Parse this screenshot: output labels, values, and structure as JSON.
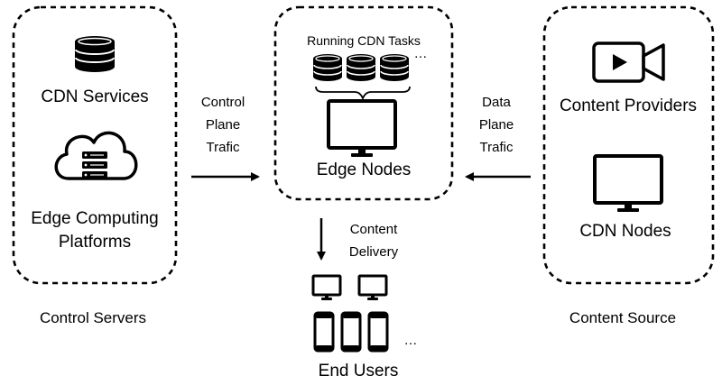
{
  "control_servers": {
    "services_label": "CDN Services",
    "platforms_label_line1": "Edge Computing",
    "platforms_label_line2": "Platforms",
    "group_label": "Control Servers"
  },
  "control_plane": {
    "line1": "Control",
    "line2": "Plane",
    "line3": "Trafic"
  },
  "edge": {
    "tasks_label": "Running CDN Tasks",
    "tasks_more": "…",
    "node_label": "Edge Nodes"
  },
  "data_plane": {
    "line1": "Data",
    "line2": "Plane",
    "line3": "Trafic"
  },
  "content_source": {
    "providers_label": "Content Providers",
    "cdn_nodes_label": "CDN Nodes",
    "group_label": "Content Source"
  },
  "delivery": {
    "line1": "Content",
    "line2": "Delivery",
    "users_more": "…",
    "users_label": "End Users"
  }
}
